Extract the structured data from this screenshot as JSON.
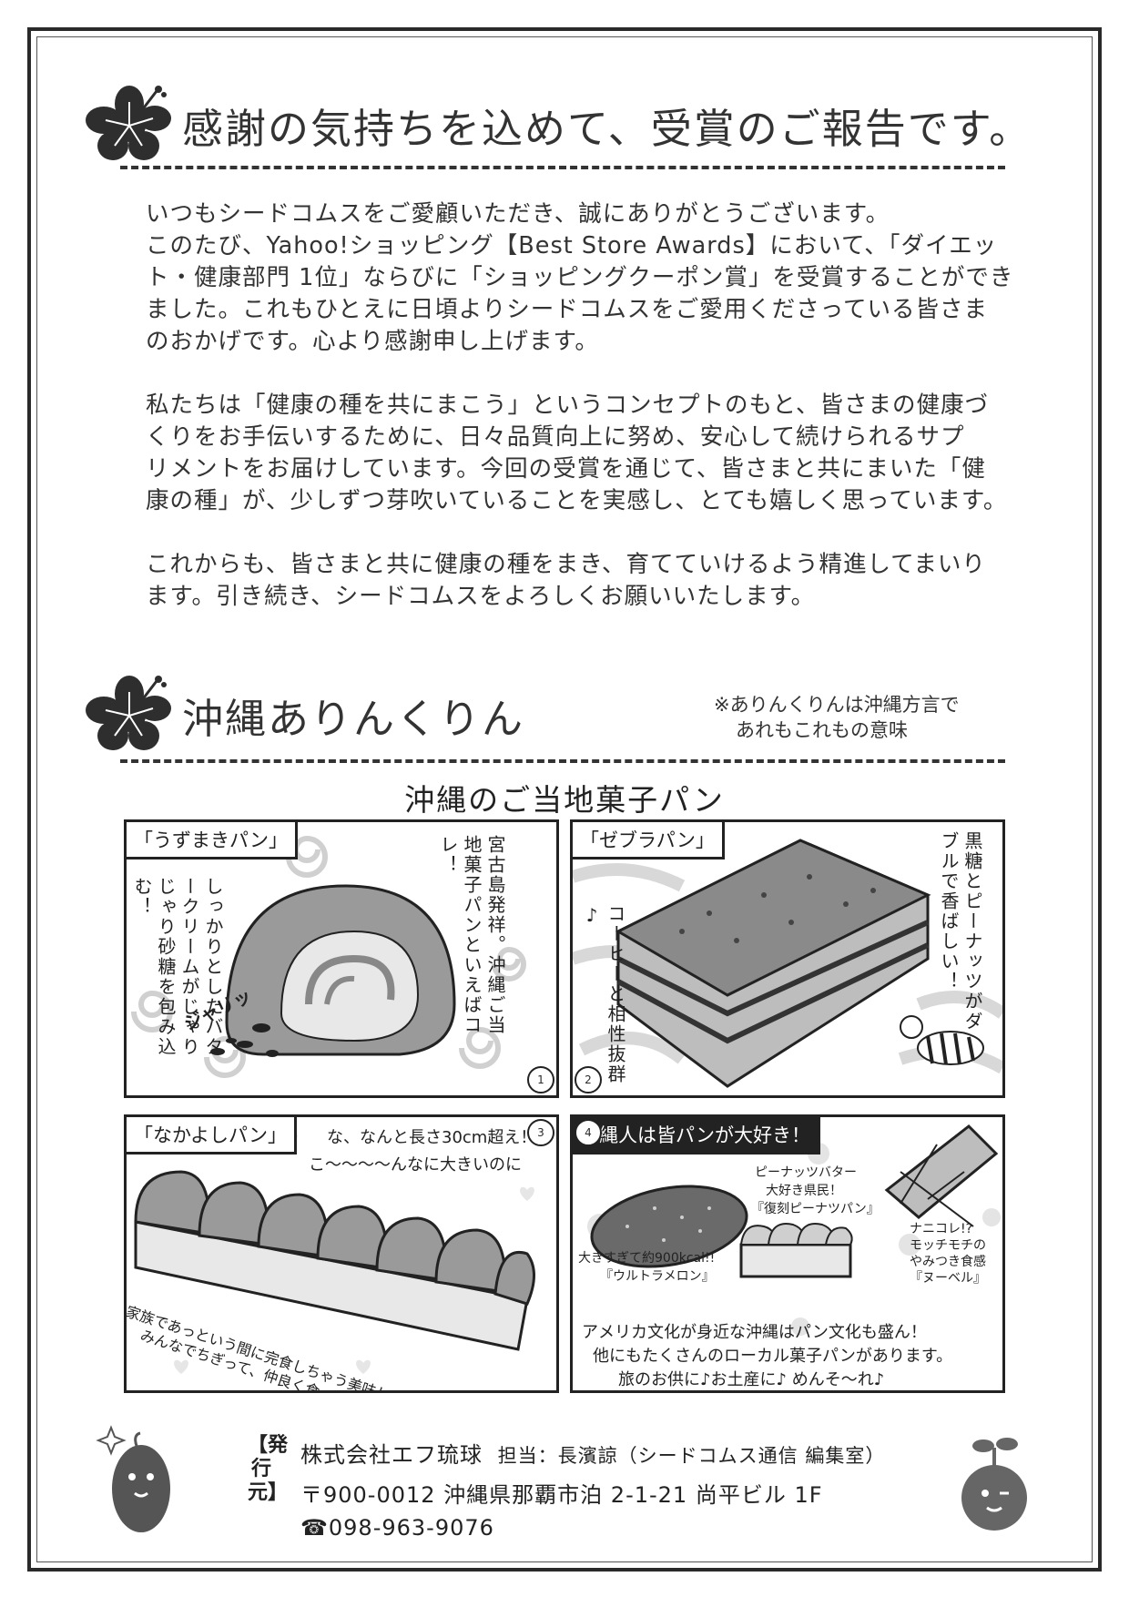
{
  "section1": {
    "heading": "感謝の気持ちを込めて、受賞のご報告です。",
    "paragraphs": [
      [
        "いつもシードコムスをご愛顧いただき、誠にありがとうございます。",
        "このたび、Yahoo!ショッピング【Best Store Awards】において、「ダイエッ",
        "ト・健康部門 1位」ならびに「ショッピングクーポン賞」を受賞することができ",
        "ました。これもひとえに日頃よりシードコムスをご愛用くださっている皆さま",
        "のおかげです。心より感謝申し上げます。"
      ],
      [
        "私たちは「健康の種を共にまこう」というコンセプトのもと、皆さまの健康づ",
        "くりをお手伝いするために、日々品質向上に努め、安心して続けられるサプ",
        "リメントをお届けしています。今回の受賞を通じて、皆さまと共にまいた「健",
        "康の種」が、少しずつ芽吹いていることを実感し、とても嬉しく思っています。"
      ],
      [
        "これからも、皆さまと共に健康の種をまき、育てていけるよう精進してまいり",
        "ます。引き続き、シードコムスをよろしくお願いいたします。"
      ]
    ]
  },
  "section2": {
    "heading": "沖縄ありんくりん",
    "note_line1": "※ありんくりんは沖縄方言で",
    "note_line2": "あれもこれもの意味",
    "comic_title": "沖縄のご当地菓子パン"
  },
  "panels": {
    "p1": {
      "tag": "「うずまきパン」",
      "num": "1",
      "text_a": "宮古島発祥。沖縄ご当地菓子パンといえばコレ！",
      "text_b": "しっかりとしたバタークリームがじゃりじゃり砂糖を包み込む！",
      "sfx": "ジャリッ"
    },
    "p2": {
      "tag": "「ゼブラパン」",
      "num": "2",
      "text_a": "黒糖とピーナッツがダブルで香ばしい！",
      "text_b": "コーヒーと相性抜群♪"
    },
    "p3": {
      "tag": "「なかよしパン」",
      "num": "3",
      "line1": "な、なんと長さ30cm超え！",
      "line2": "こ〜〜〜〜んなに大きいのに",
      "line3": "家族であっという間に完食しちゃう美味しさ！",
      "line4": "みんなでちぎって、仲良く食べて！"
    },
    "p4": {
      "tag": "沖縄人は皆パンが大好き！",
      "num": "4",
      "melon_a": "大きすぎて約900kcal!!",
      "melon_b": "『ウルトラメロン』",
      "peanut_a": "ピーナッツバター",
      "peanut_b": "大好き県民！",
      "peanut_c": "『復刻ピーナツパン』",
      "nuvel_a": "ナニコレ!?",
      "nuvel_b": "モッチモチの",
      "nuvel_c": "やみつき食感",
      "nuvel_d": "『ヌーベル』",
      "bottom1": "アメリカ文化が身近な沖縄はパン文化も盛ん！",
      "bottom2": "他にもたくさんのローカル菓子パンがあります。",
      "bottom3": "旅のお供に♪お土産に♪ めんそ〜れ♪"
    }
  },
  "footer": {
    "label": "【発行元】",
    "company": "株式会社エフ琉球",
    "staff": "担当：長濱諒（シードコムス通信 編集室）",
    "address": "〒900-0012 沖縄県那覇市泊 2-1-21 尚平ビル 1F",
    "tel": "☎098-963-9076"
  }
}
